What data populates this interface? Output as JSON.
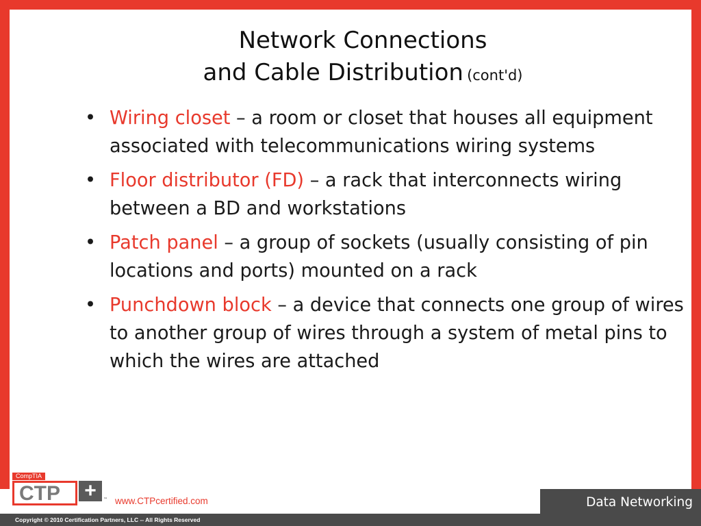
{
  "slide": {
    "title_line1": "Network Connections",
    "title_line2": "and Cable Distribution",
    "title_suffix": "(cont'd)"
  },
  "bullet_symbol": "•",
  "bullets": [
    {
      "term": "Wiring closet",
      "definition": " – a room or closet that houses all equipment associated with telecommunications wiring systems"
    },
    {
      "term": "Floor distributor (FD)",
      "definition": " – a rack that interconnects wiring between a BD and workstations"
    },
    {
      "term": "Patch panel",
      "definition": " – a group of sockets (usually consisting of pin locations and ports) mounted on a rack"
    },
    {
      "term": "Punchdown block",
      "definition": " – a device that connects one group of wires to another group of wires through a system of metal pins to which the wires are attached"
    }
  ],
  "logo": {
    "brand": "CompTIA",
    "name": "CTP",
    "plus": "+",
    "tm": "™"
  },
  "footer": {
    "url": "www.CTPcertified.com",
    "section": "Data Networking",
    "copyright": "Copyright © 2010 Certification Partners, LLC -- All Rights Reserved"
  },
  "colors": {
    "accent": "#e8392c",
    "footer_gray": "#4a4a4a",
    "text": "#1a1a1a"
  }
}
